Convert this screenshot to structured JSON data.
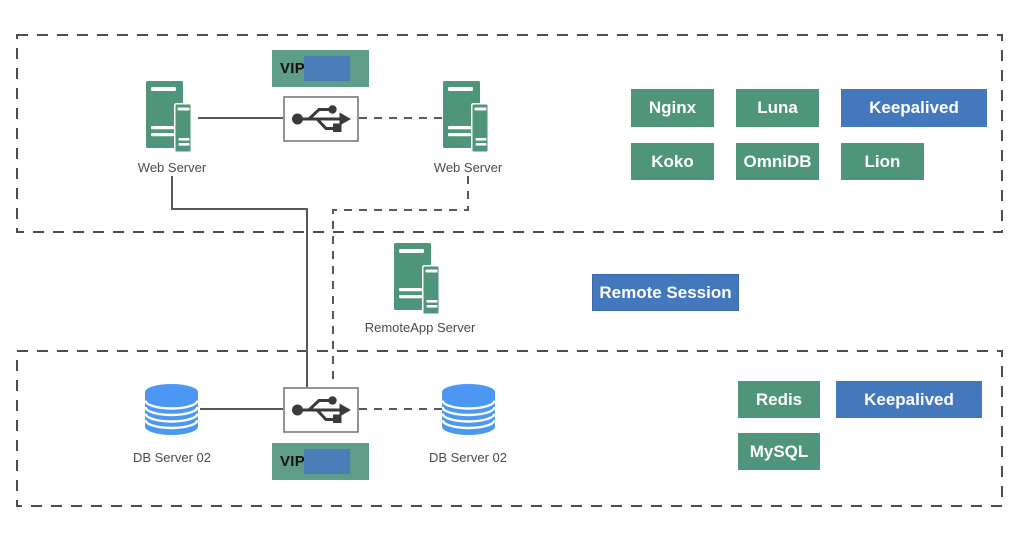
{
  "colors": {
    "tag_green": "#4f9579",
    "tag_blue": "#4478bc",
    "vip_green": "#5f9d88",
    "vip_redact_blue": "#4a7cb8",
    "server_green": "#4f9579",
    "db_blue": "#4b97f3",
    "line_gray": "#595959",
    "box_dash_gray": "#4d4d4d",
    "label_gray": "#4a4a4a"
  },
  "top_cluster": {
    "vip_label": "VIP",
    "servers": [
      {
        "label": "Web Server"
      },
      {
        "label": "Web Server"
      }
    ],
    "tags": [
      {
        "label": "Nginx",
        "color": "green"
      },
      {
        "label": "Luna",
        "color": "green"
      },
      {
        "label": "Keepalived",
        "color": "blue"
      },
      {
        "label": "Koko",
        "color": "green"
      },
      {
        "label": "OmniDB",
        "color": "green"
      },
      {
        "label": "Lion",
        "color": "green"
      }
    ]
  },
  "middle": {
    "server_label": "RemoteApp Server",
    "session_label": "Remote Session"
  },
  "bottom_cluster": {
    "vip_label": "VIP",
    "db_servers": [
      {
        "label": "DB Server 02"
      },
      {
        "label": "DB Server 02"
      }
    ],
    "tags": [
      {
        "label": "Redis",
        "color": "green"
      },
      {
        "label": "Keepalived",
        "color": "blue"
      },
      {
        "label": "MySQL",
        "color": "green"
      }
    ]
  }
}
